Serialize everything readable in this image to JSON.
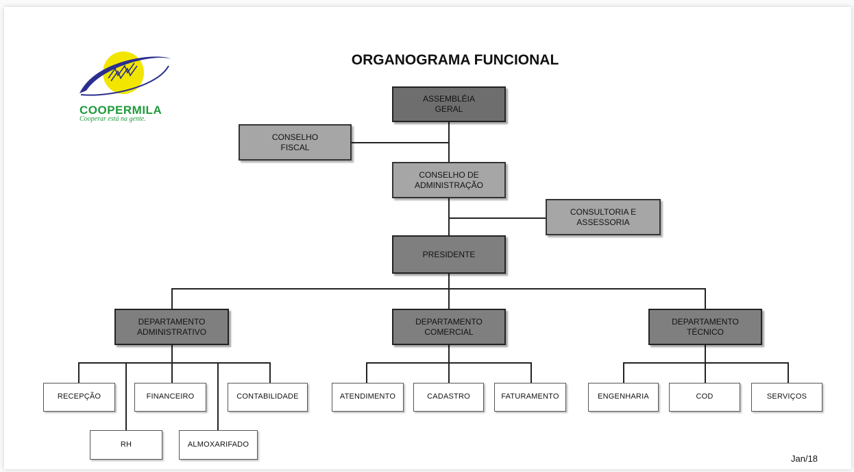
{
  "title": "ORGANOGRAMA FUNCIONAL",
  "logo": {
    "name": "COOPERMILA",
    "slogan": "Cooperar está na gente."
  },
  "date": "Jan/18",
  "colors": {
    "top_box": "#6e6e6e",
    "executive_box": "#7f7f7f",
    "support_box": "#a6a6a6",
    "leaf_box": "#ffffff",
    "logo_green": "#1f9a3c",
    "logo_yellow": "#f2e600"
  },
  "nodes": {
    "assembleia": [
      "ASSEMBLÉIA",
      "GERAL"
    ],
    "conselho_fiscal": [
      "CONSELHO",
      "FISCAL"
    ],
    "conselho_admin": [
      "CONSELHO DE",
      "ADMINISTRAÇÃO"
    ],
    "consultoria": [
      "CONSULTORIA E",
      "ASSESSORIA"
    ],
    "presidente": "PRESIDENTE",
    "dept_admin": [
      "DEPARTAMENTO",
      "ADMINISTRATIVO"
    ],
    "dept_comercial": [
      "DEPARTAMENTO",
      "COMERCIAL"
    ],
    "dept_tecnico": [
      "DEPARTAMENTO",
      "TÉCNICO"
    ],
    "admin_units": {
      "recepcao": "RECEPÇÃO",
      "rh": "RH",
      "financeiro": "FINANCEIRO",
      "almoxarifado": "ALMOXARIFADO",
      "contabilidade": "CONTABILIDADE"
    },
    "comercial_units": {
      "atendimento": "ATENDIMENTO",
      "cadastro": "CADASTRO",
      "faturamento": "FATURAMENTO"
    },
    "tecnico_units": {
      "engenharia": "ENGENHARIA",
      "cod": "COD",
      "servicos": "SERVIÇOS"
    }
  }
}
